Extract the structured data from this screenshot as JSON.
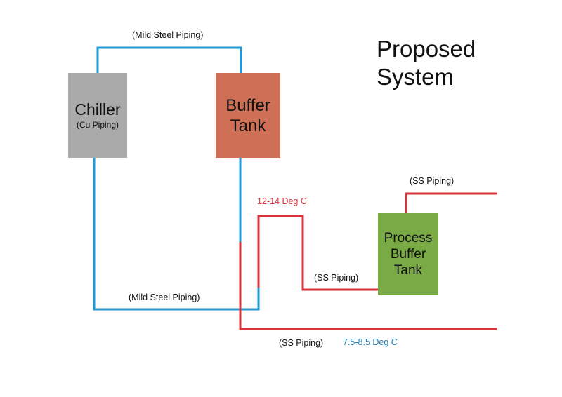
{
  "title": [
    "Proposed",
    "System"
  ],
  "components": {
    "chiller": {
      "name": "Chiller",
      "note": "(Cu Piping)"
    },
    "buffer_tank": {
      "lines": [
        "Buffer",
        "Tank"
      ]
    },
    "process_buffer_tank": {
      "lines": [
        "Process",
        "Buffer",
        "Tank"
      ]
    }
  },
  "labels": {
    "top_pipe": "(Mild Steel Piping)",
    "bottom_pipe": "(Mild Steel Piping)",
    "process_out_pipe": "(SS  Piping)",
    "process_in_pipe": "(SS  Piping)",
    "supply_pipe": "(SS  Piping)",
    "return_temp": "12-14 Deg C",
    "supply_temp": "7.5-8.5 Deg C"
  },
  "colors": {
    "cold_pipe": "#1d9ad6",
    "warm_pipe": "#d9343c",
    "chiller": "#aaaaaa",
    "buffer_tank": "#cf6f55",
    "process_buffer_tank": "#7aaa45",
    "return_temp_text": "#d9343c",
    "supply_temp_text": "#1d7fb8"
  }
}
